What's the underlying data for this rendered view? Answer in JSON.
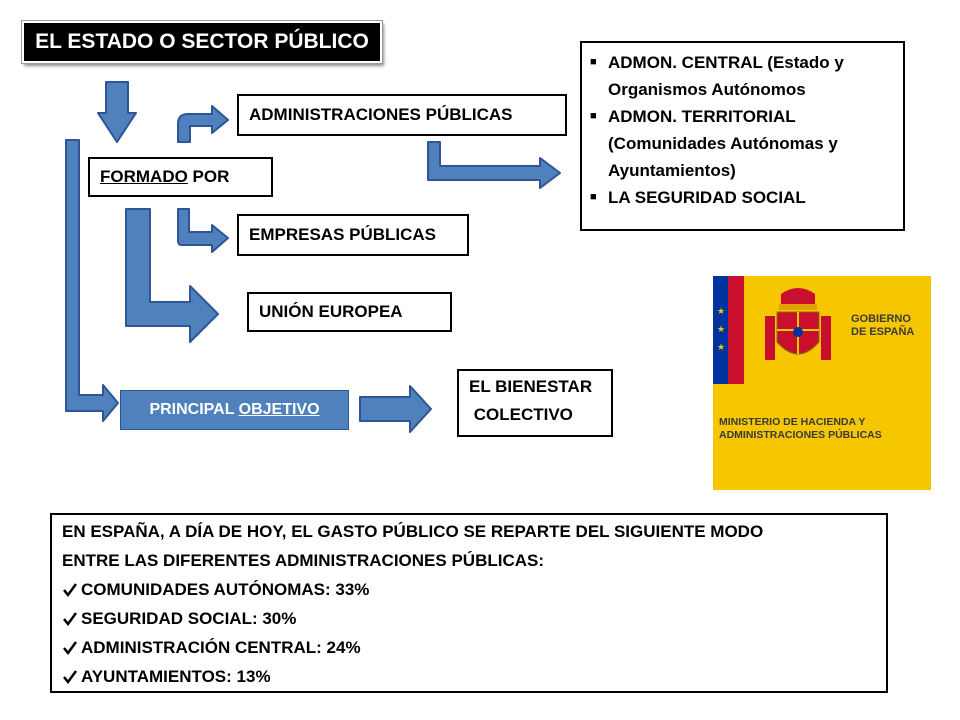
{
  "title": "EL ESTADO O SECTOR PÚBLICO",
  "boxes": {
    "administraciones": "ADMINISTRACIONES PÚBLICAS",
    "formado_1": "FORMADO",
    "formado_2": " POR",
    "empresas": "EMPRESAS PÚBLICAS",
    "union": "UNIÓN EUROPEA",
    "principal_1": "PRINCIPAL ",
    "principal_2": "OBJETIVO",
    "bienestar_1": "EL BIENESTAR",
    "bienestar_2": " COLECTIVO"
  },
  "admin_list": {
    "item1_line1": "ADMON. CENTRAL (Estado y",
    "item1_line2": "Organismos Autónomos",
    "item2_line1": "ADMON. TERRITORIAL",
    "item2_line2": "(Comunidades Autónomas y",
    "item2_line3": "Ayuntamientos)",
    "item3_line1": "LA SEGURIDAD SOCIAL"
  },
  "logo": {
    "text_top": "GOBIERNO DE ESPAÑA",
    "text_bottom": "MINISTERIO DE HACIENDA Y ADMINISTRACIONES PÚBLICAS",
    "color_yellow": "#f6c600",
    "color_red": "#c8102e",
    "color_blue": "#0033a0"
  },
  "gasto": {
    "intro_line1": "EN ESPAÑA, A DÍA DE HOY, EL GASTO PÚBLICO SE REPARTE DEL SIGUIENTE MODO",
    "intro_line2": "ENTRE LAS DIFERENTES ADMINISTRACIONES PÚBLICAS:",
    "items": [
      "COMUNIDADES AUTÓNOMAS: 33%",
      "SEGURIDAD SOCIAL: 30%",
      "ADMINISTRACIÓN CENTRAL: 24%",
      "AYUNTAMIENTOS: 13%"
    ]
  },
  "colors": {
    "arrow_fill": "#4f81bd",
    "arrow_stroke": "#2f5597"
  }
}
